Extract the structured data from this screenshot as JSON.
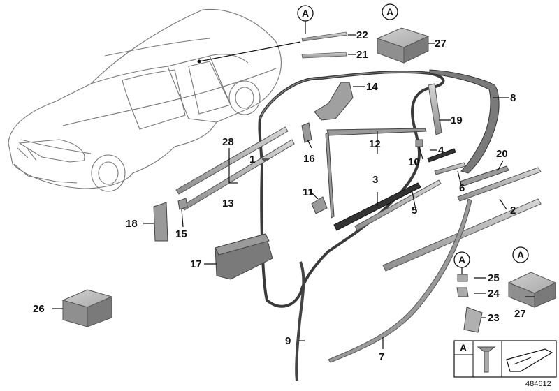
{
  "callouts": {
    "c1": "1",
    "c2": "2",
    "c3": "3",
    "c4": "4",
    "c5": "5",
    "c6": "6",
    "c7": "7",
    "c8": "8",
    "c9": "9",
    "c10": "10",
    "c11": "11",
    "c12": "12",
    "c13": "13",
    "c14": "14",
    "c15": "15",
    "c16": "16",
    "c17": "17",
    "c18": "18",
    "c19": "19",
    "c20": "20",
    "c21": "21",
    "c22": "22",
    "c23": "23",
    "c24": "24",
    "c25": "25",
    "c26": "26",
    "c27a": "27",
    "c27b": "27",
    "c28": "28"
  },
  "circle_marker": "A",
  "legend": {
    "marker": "A"
  },
  "reference_number": "484612",
  "colors": {
    "part_gray": "#a8a8a8",
    "part_dark": "#6f6f6f",
    "line": "#111111",
    "car_line": "#777777"
  },
  "icons": [
    "car-outline-icon",
    "screw-icon",
    "arrow-wedge-icon",
    "box-icon"
  ]
}
